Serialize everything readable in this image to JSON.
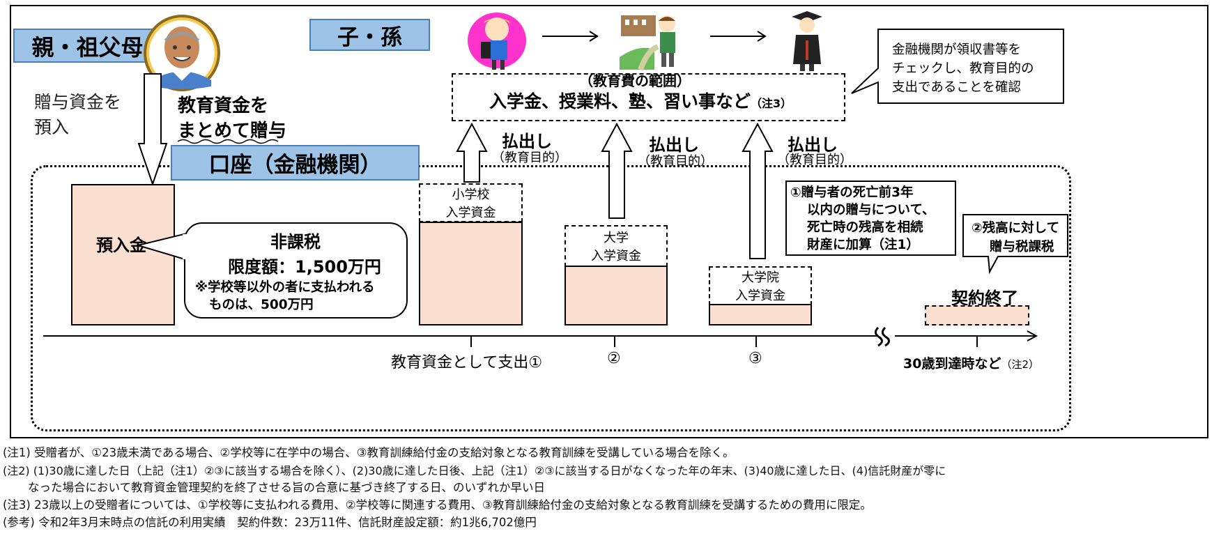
{
  "labels": {
    "parent": "親・祖父母",
    "child": "子・孫",
    "account": "口座（金融機関）"
  },
  "deposit_text": {
    "line1": "贈与資金を",
    "line2": "預入"
  },
  "gift_text": {
    "line1": "教育資金を",
    "line2": "まとめて贈与"
  },
  "scope": {
    "title": "（教育費の範囲）",
    "items": "入学金、授業料、塾、習い事など",
    "note": "（注3）"
  },
  "bank_check": {
    "line1": "金融機関が領収書等を",
    "line2": "チェックし、教育目的の",
    "line3": "支出であることを確認"
  },
  "withdrawals": [
    {
      "title": "払出し",
      "sub": "（教育目的）"
    },
    {
      "title": "払出し",
      "sub": "（教育目的）"
    },
    {
      "title": "払出し",
      "sub": "（教育目的）"
    }
  ],
  "deposit_box": "預入金",
  "tax_free": {
    "title": "非課税",
    "limit": "限度額：1,500万円",
    "remark1": "※学校等以外の者に支払われる",
    "remark2": "ものは、500万円"
  },
  "funds": [
    {
      "line1": "小学校",
      "line2": "入学資金"
    },
    {
      "line1": "大学",
      "line2": "入学資金"
    },
    {
      "line1": "大学院",
      "line2": "入学資金"
    }
  ],
  "death_rule": {
    "line1": "①贈与者の死亡前3年",
    "line2": "以内の贈与について、",
    "line3": "死亡時の残高を相続",
    "line4": "財産に加算（注1）"
  },
  "balance_rule": {
    "line1": "②残高に対して",
    "line2": "贈与税課税"
  },
  "contract_end": "契約終了",
  "axis": {
    "tick1": "教育資金として支出①",
    "tick2": "②",
    "tick3": "③",
    "end": "30歳到達時など",
    "end_note": "（注2）"
  },
  "notes": {
    "n1": "(注1) 受贈者が、①23歳未満である場合、②学校等に在学中の場合、③教育訓練給付金の支給対象となる教育訓練を受講している場合を除く。",
    "n2a": "(注2) (1)30歳に達した日（上記（注1）②③に該当する場合を除く）、(2)30歳に達した日後、上記（注1）②③に該当する日がなくなった年の年末、(3)40歳に達した日、(4)信託財産が零に",
    "n2b": "なった場合において教育資金管理契約を終了させる旨の合意に基づき終了する日、のいずれか早い日",
    "n3": "(注3) 23歳以上の受贈者については、①学校等に支払われる費用、②学校等に関連する費用、③教育訓練給付金の支給対象となる教育訓練を受講するための費用に限定。",
    "ref": "(参考) 令和2年3月末時点の信託の利用実績　契約件数：23万11件、信託財産設定額：約1兆6,702億円"
  },
  "colors": {
    "label_blue": "#9DC3E6",
    "fund_pink": "#FBE0D2"
  }
}
